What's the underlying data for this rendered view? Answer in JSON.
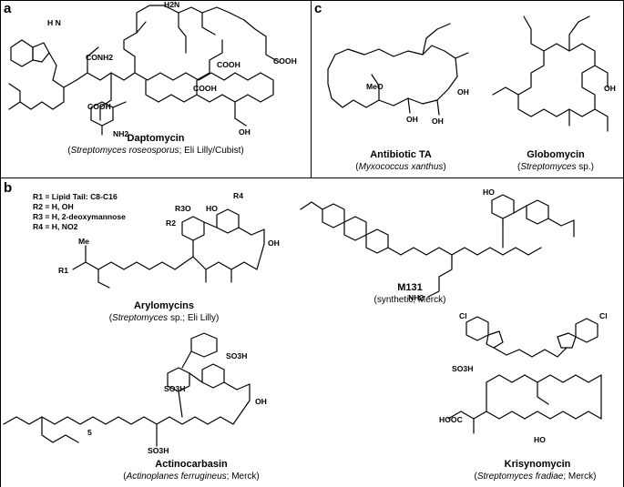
{
  "panels": {
    "a": {
      "label": "a",
      "compound": {
        "name": "Daptomycin",
        "source_organism": "Streptomyces roseosporus",
        "source_rest": "; Eli Lilly/Cubist"
      },
      "atoms": {
        "nh2_top": "H2N",
        "conh2": "CONH2",
        "cooh1": "COOH",
        "cooh2": "COOH",
        "cooh3": "COOH",
        "cooh4": "COOH",
        "nh2_anthr": "NH2",
        "oh": "OH",
        "nh_indole": "H N"
      }
    },
    "c": {
      "label": "c",
      "compounds": [
        {
          "name": "Antibiotic TA",
          "source_organism": "Myxococcus xanthus",
          "source_rest": ""
        },
        {
          "name": "Globomycin",
          "source_organism": "Streptomyces",
          "source_rest": " sp."
        }
      ],
      "atoms": {
        "meo": "MeO",
        "oh1": "OH",
        "oh2": "OH",
        "oh3": "OH",
        "oh4": "OH"
      }
    },
    "b": {
      "label": "b",
      "r_groups": [
        "R1 = Lipid Tail: C8-C16",
        "R2 = H, OH",
        "R3 = H, 2-deoxymannose",
        "R4 = H, NO2"
      ],
      "compounds": [
        {
          "name": "Arylomycins",
          "source_organism": "Streptomyces",
          "source_rest": " sp.; Eli Lilly"
        },
        {
          "name": "M131",
          "source_organism": "",
          "source_rest": "(synthetic; Merck)"
        },
        {
          "name": "Actinocarbasin",
          "source_organism": "Actinoplanes ferrugineus",
          "source_rest": "; Merck"
        },
        {
          "name": "Krisynomycin",
          "source_organism": "Streptomyces fradiae",
          "source_rest": "; Merck"
        }
      ],
      "atoms": {
        "r1": "R1",
        "r2": "R2",
        "r3o": "R3O",
        "r4": "R4",
        "ho": "HO",
        "oh": "OH",
        "me": "Me",
        "so3h": "SO3H",
        "hooc": "HOOC",
        "cl": "Cl",
        "nh2": "NH2",
        "five": "5",
        "ho2": "HO"
      }
    }
  }
}
